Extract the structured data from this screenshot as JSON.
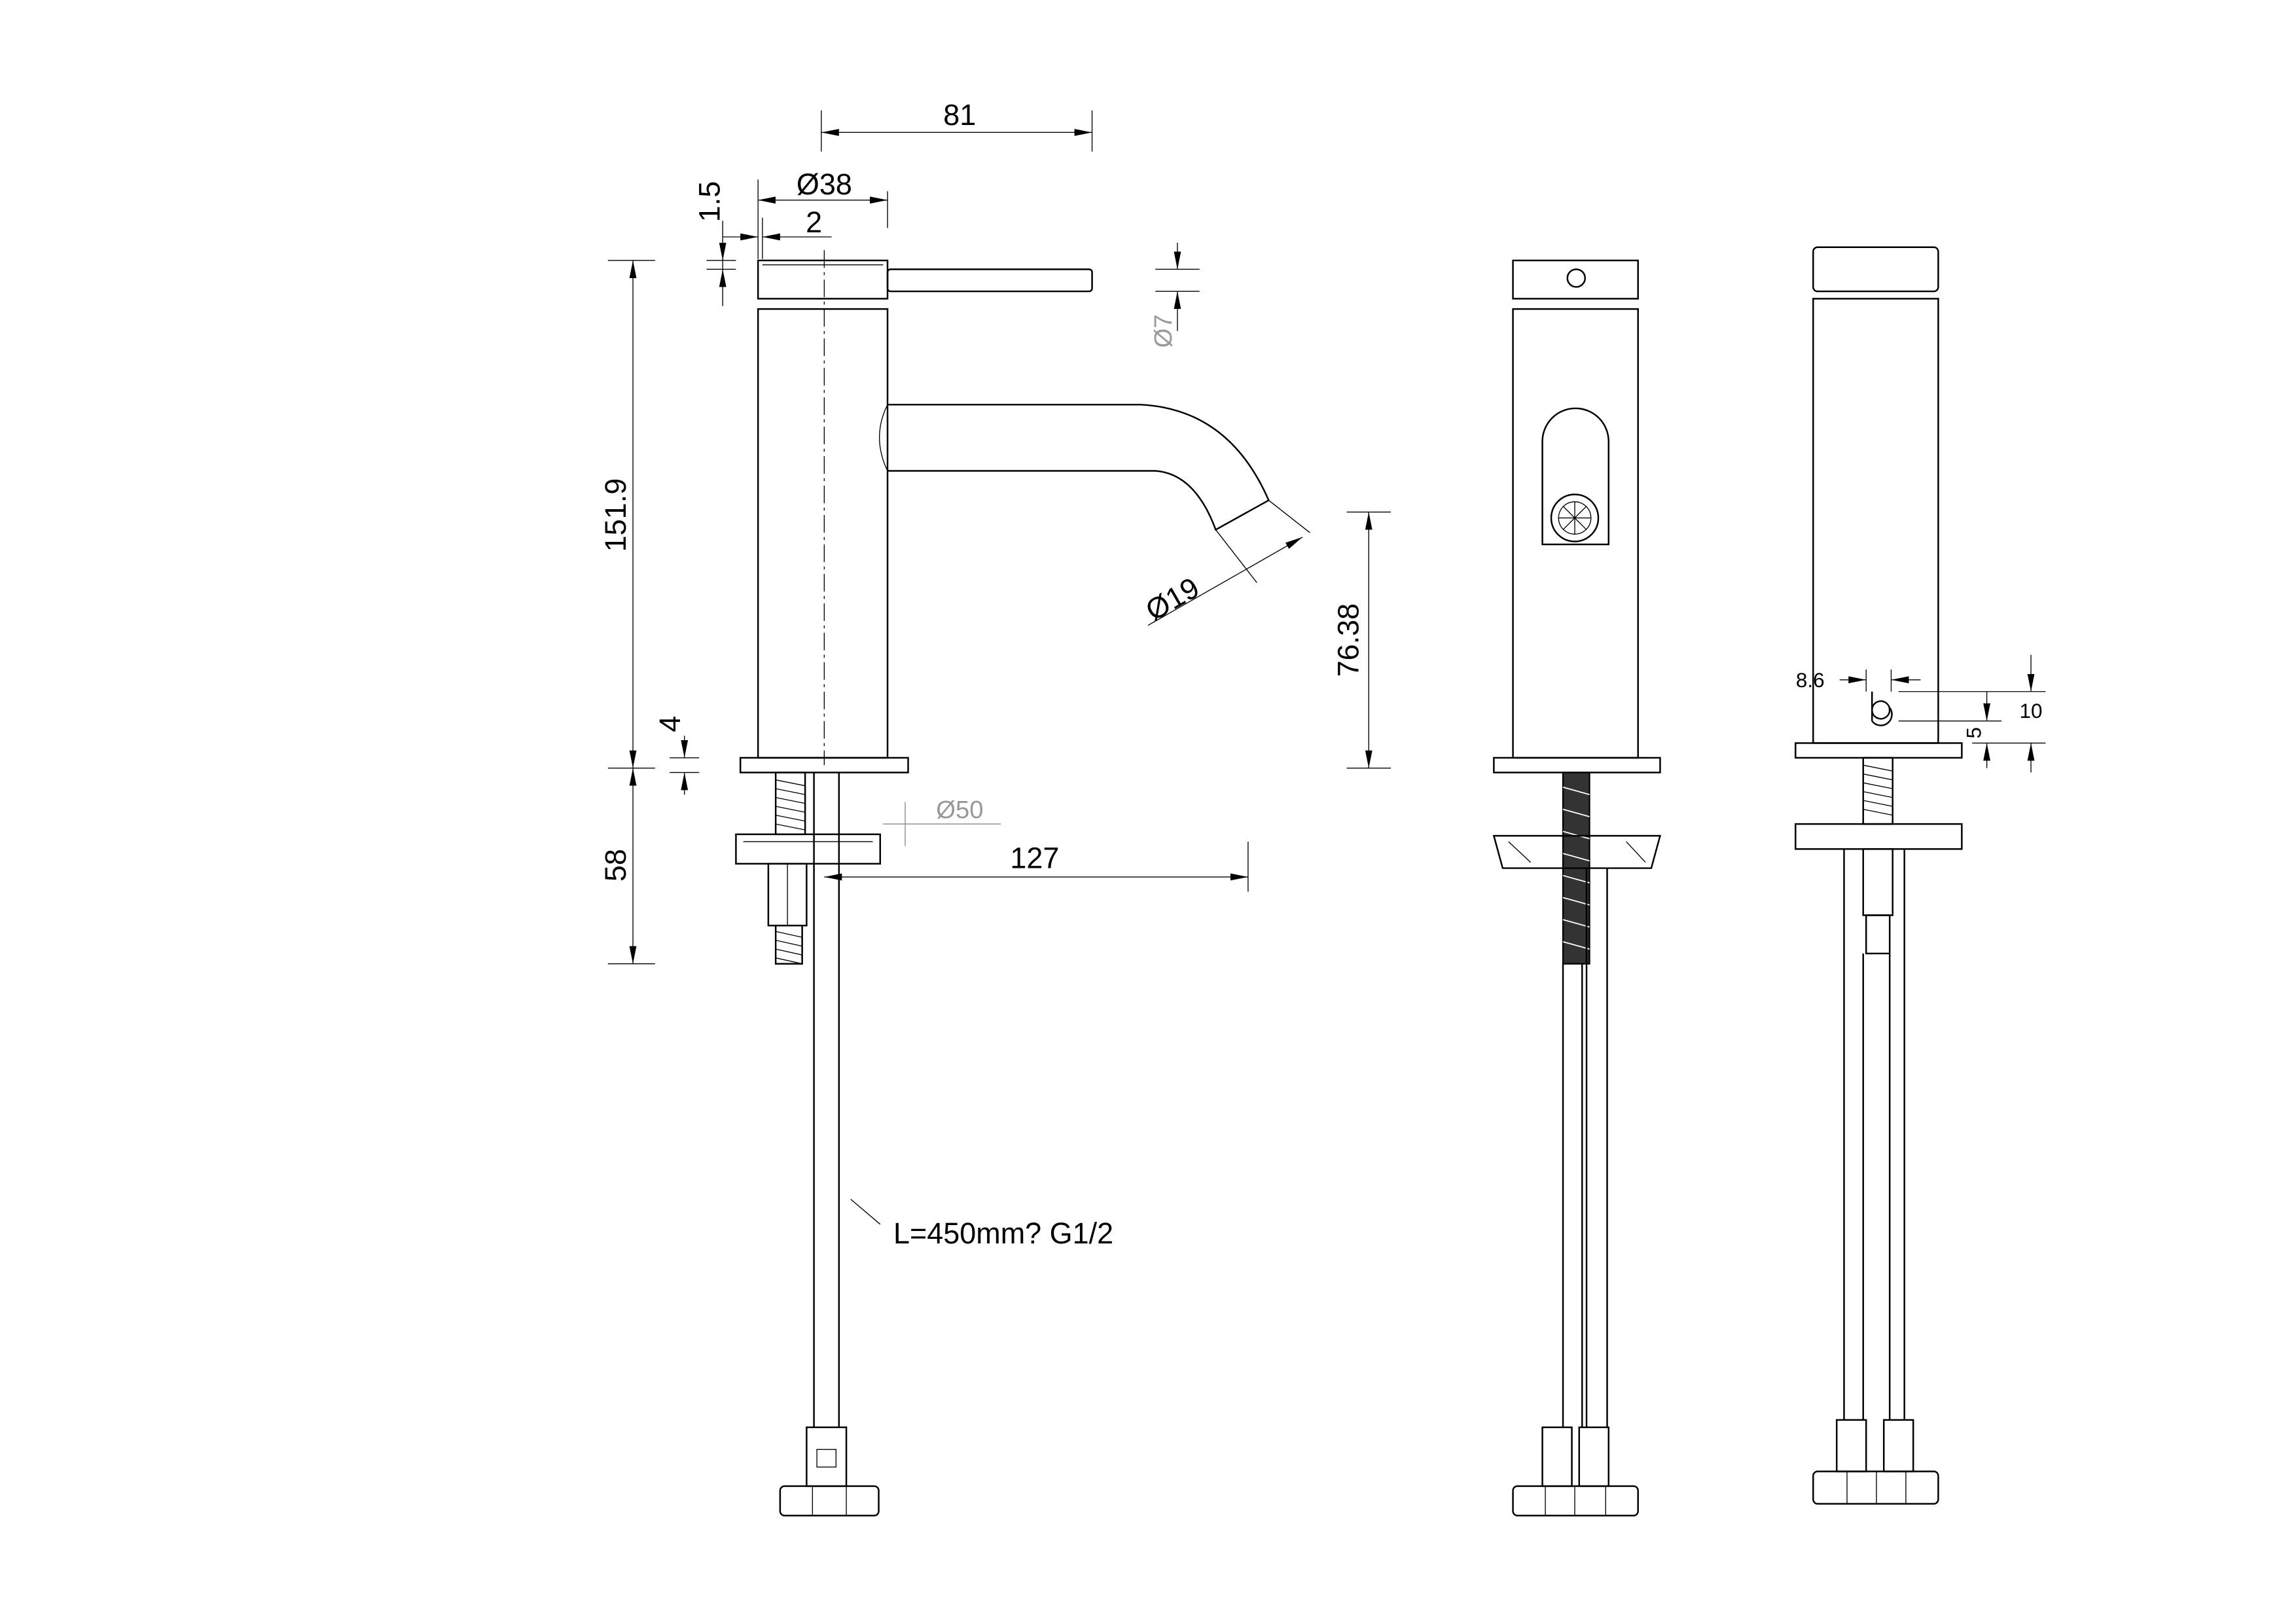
{
  "drawing": {
    "dimensions": {
      "d81": "81",
      "d38": "Ø38",
      "d2": "2",
      "d1_5": "1.5",
      "d151_9": "151.9",
      "d4": "4",
      "d58": "58",
      "d50": "Ø50",
      "d127": "127",
      "d7": "Ø7",
      "d19": "Ø19",
      "d76_38": "76.38",
      "d8_6": "8.6",
      "d10": "10",
      "d5": "5"
    },
    "hose_note": "L=450mm? G1/2"
  }
}
